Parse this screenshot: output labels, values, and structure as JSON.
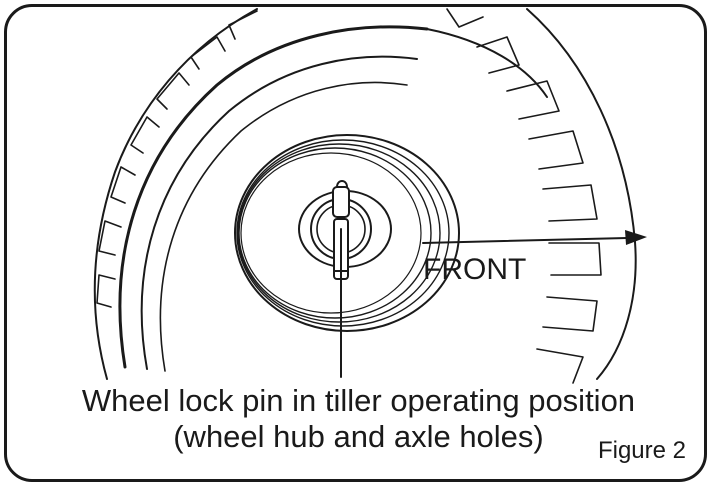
{
  "diagram": {
    "direction_label": "FRONT",
    "caption_line1": "Wheel lock pin in tiller operating position",
    "caption_line2": "(wheel hub and axle holes)",
    "figure_label": "Figure 2"
  },
  "colors": {
    "line": "#1a1a1a",
    "background": "#ffffff"
  }
}
